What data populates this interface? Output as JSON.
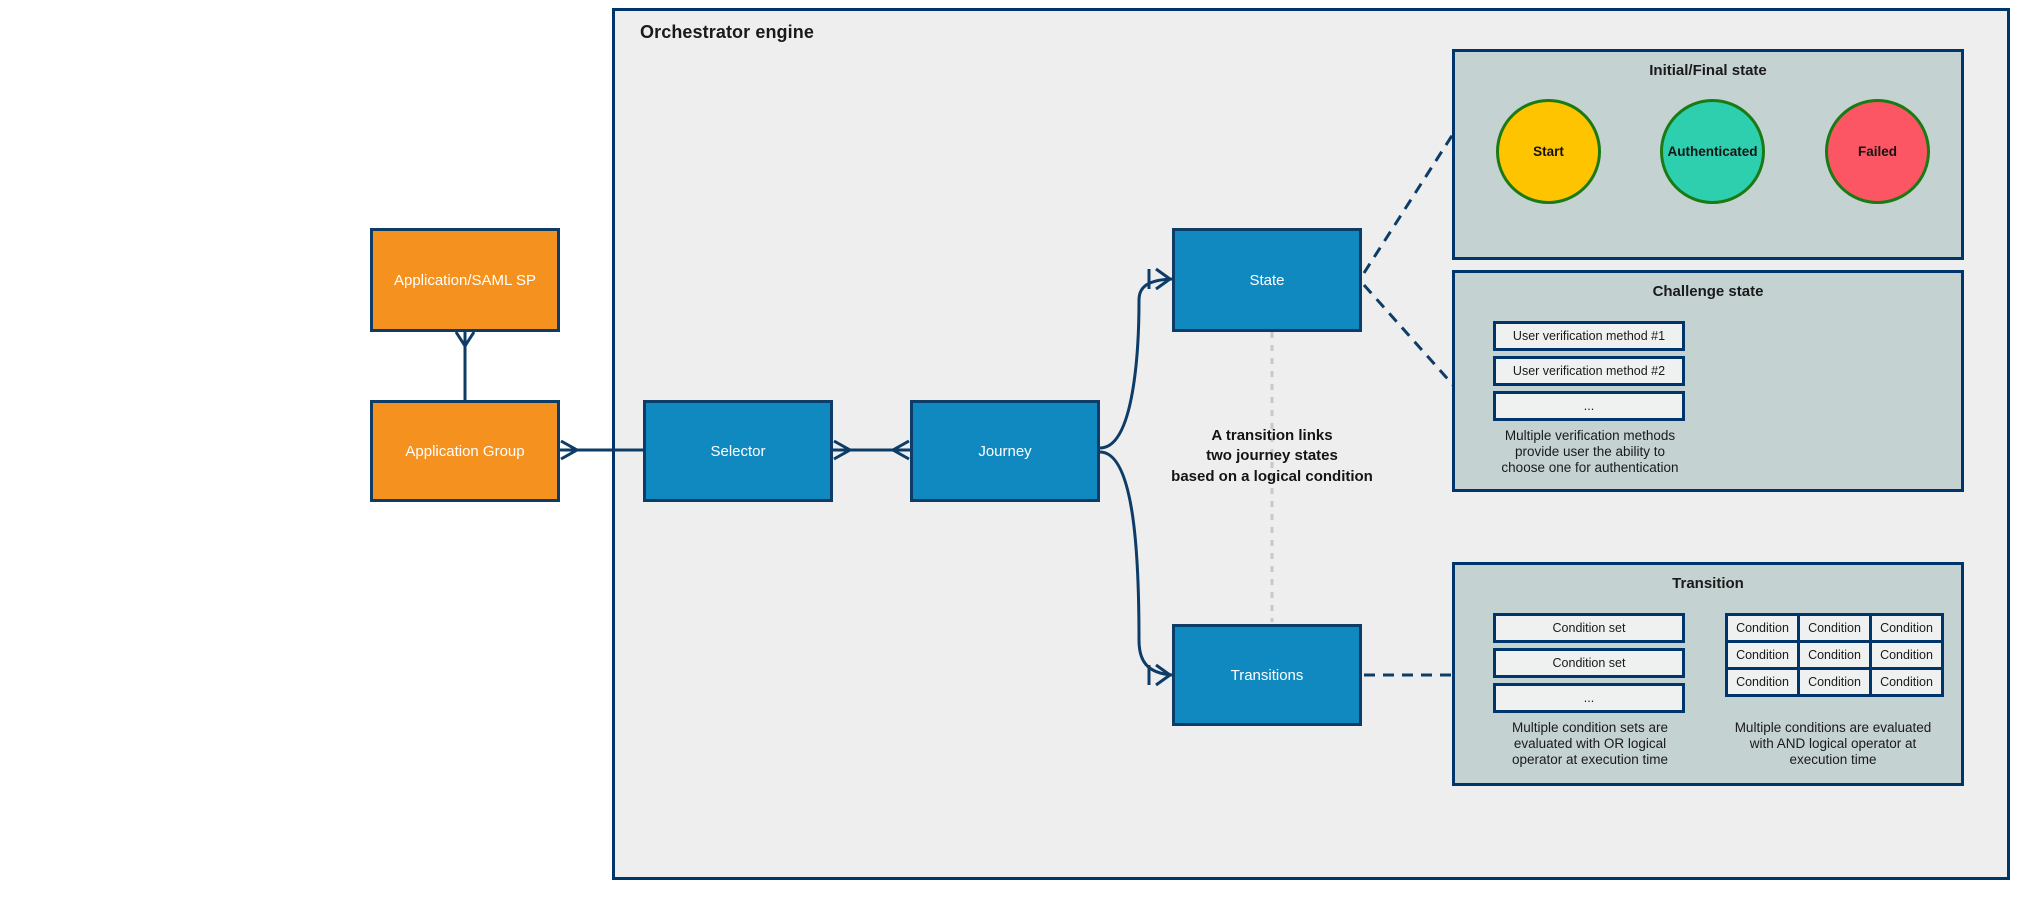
{
  "diagram": {
    "frame_title": "Orchestrator engine",
    "mid_note": "A transition links\ntwo journey states\nbased on a logical condition"
  },
  "colors": {
    "frame_border": "#00356b",
    "frame_fill": "#eeeeee",
    "orange_entity": "#f5911e",
    "blue_entity": "#1089c0",
    "panel_fill": "#c5d2d2",
    "item_fill": "#eff0f0",
    "circle_border": "#1a7a14",
    "start_fill": "#ffc400",
    "authenticated_fill": "#2ecfae",
    "failed_fill": "#fc5563",
    "link_stroke": "#0d3c66",
    "dashed_gray": "#c8c8c8"
  },
  "entities": [
    {
      "id": "application-saml-sp",
      "label": "Application/SAML SP",
      "kind": "orange"
    },
    {
      "id": "application-group",
      "label": "Application Group",
      "kind": "orange"
    },
    {
      "id": "selector",
      "label": "Selector",
      "kind": "blue"
    },
    {
      "id": "journey",
      "label": "Journey",
      "kind": "blue"
    },
    {
      "id": "state",
      "label": "State",
      "kind": "blue"
    },
    {
      "id": "transitions",
      "label": "Transitions",
      "kind": "blue"
    }
  ],
  "panels": {
    "initial_final": {
      "title": "Initial/Final state",
      "circles": [
        {
          "label": "Start",
          "color": "#ffc400"
        },
        {
          "label": "Authenticated",
          "color": "#2ecfae"
        },
        {
          "label": "Failed",
          "color": "#fc5563"
        }
      ]
    },
    "challenge": {
      "title": "Challenge state",
      "items": [
        "User verification method #1",
        "User verification method #2",
        "..."
      ],
      "note": "Multiple verification methods\nprovide user the ability to\nchoose one for authentication"
    },
    "transition": {
      "title": "Transition",
      "condition_sets": [
        "Condition set",
        "Condition set",
        "..."
      ],
      "condition_sets_note": "Multiple condition sets are\nevaluated with OR logical\noperator at execution time",
      "condition_grid": [
        [
          "Condition",
          "Condition",
          "Condition"
        ],
        [
          "Condition",
          "Condition",
          "Condition"
        ],
        [
          "Condition",
          "Condition",
          "Condition"
        ]
      ],
      "condition_grid_note": "Multiple conditions are evaluated\nwith AND logical operator at\nexecution time"
    }
  }
}
